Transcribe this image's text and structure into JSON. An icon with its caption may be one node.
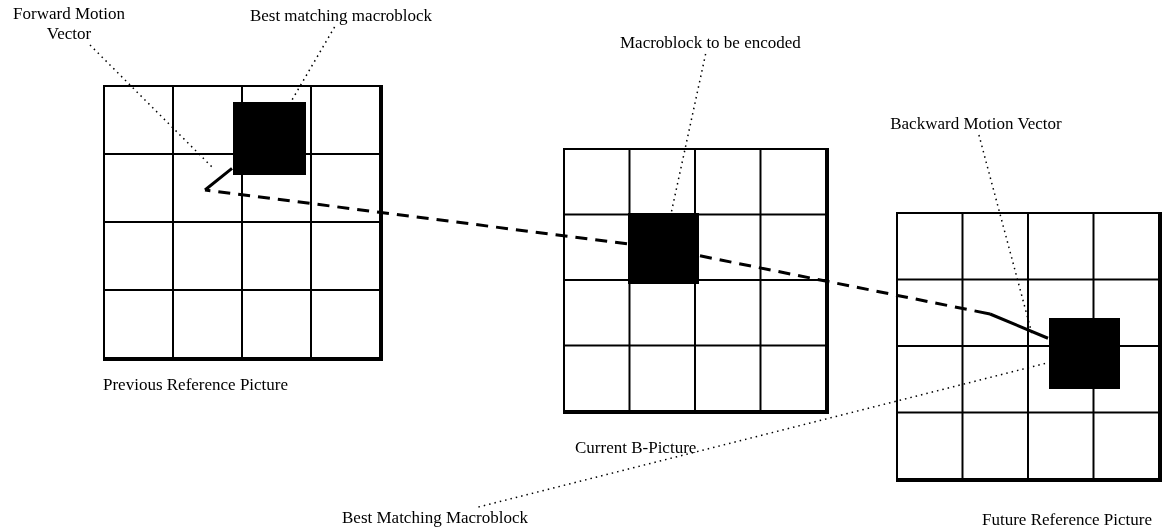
{
  "diagram": {
    "nodes": [
      {
        "text": [
          "Forward Motion Vector"
        ]
      },
      {
        "text": [
          "Best matching macroblock"
        ]
      },
      {
        "text": [
          "Macroblock to be encoded"
        ]
      },
      {
        "text": [
          "Backward Motion Vector"
        ]
      },
      {
        "text": [
          "Previous Reference Picture"
        ]
      },
      {
        "text": [],
        "shape": "box",
        "in": 4
      },
      {
        "text": [
          "Current B-Picture"
        ]
      },
      {
        "text": [],
        "shape": "box",
        "in": 6
      },
      {
        "text": [
          "Future Reference Picture"
        ]
      },
      {
        "text": [],
        "shape": "box",
        "in": 8
      },
      {
        "text": [
          "Best Matching Macroblock"
        ]
      }
    ],
    "edges": [
      {
        "from": 0,
        "to": null,
        "arrow": "none"
      },
      {
        "from": 1,
        "to": 5,
        "arrow": "none"
      },
      {
        "from": 2,
        "to": 7,
        "arrow": "none"
      },
      {
        "from": 3,
        "to": null,
        "arrow": "none"
      },
      {
        "from": 10,
        "to": 9,
        "arrow": "none"
      },
      {
        "from": 7,
        "to": 5,
        "arrow": "none",
        "style": "dashed"
      },
      {
        "from": 7,
        "to": 9,
        "arrow": "none",
        "style": "dashed"
      }
    ]
  }
}
